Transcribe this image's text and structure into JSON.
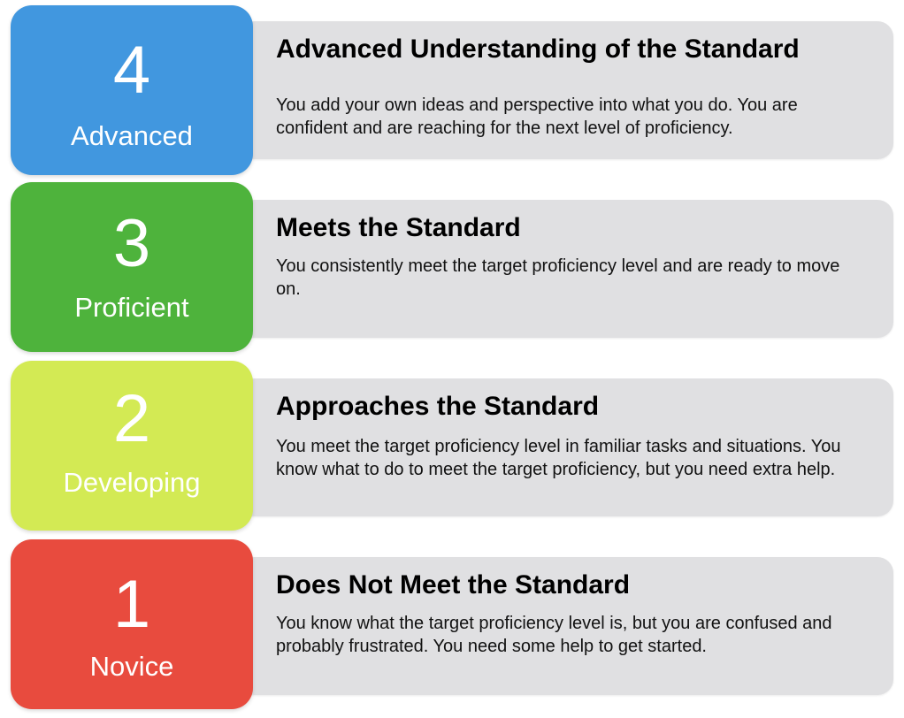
{
  "levels": [
    {
      "number": "4",
      "label": "Advanced",
      "color": "#4197df",
      "title": "Advanced Understanding of the Standard",
      "description": "You add your own ideas and perspective into what you do. You are confident and are reaching for the next level of proficiency."
    },
    {
      "number": "3",
      "label": "Proficient",
      "color": "#4eb33c",
      "title": "Meets the Standard",
      "description": "You consistently meet the target proficiency level and are ready to move on."
    },
    {
      "number": "2",
      "label": "Developing",
      "color": "#d3ea54",
      "title": "Approaches the Standard",
      "description": "You meet the target proficiency level in familiar tasks and situations. You know what to do to meet the target proficiency, but you need extra help."
    },
    {
      "number": "1",
      "label": "Novice",
      "color": "#e84b3e",
      "title": "Does Not Meet the Standard",
      "description": "You know what the target proficiency level is, but you are confused and probably frustrated. You need some help to get started."
    }
  ]
}
